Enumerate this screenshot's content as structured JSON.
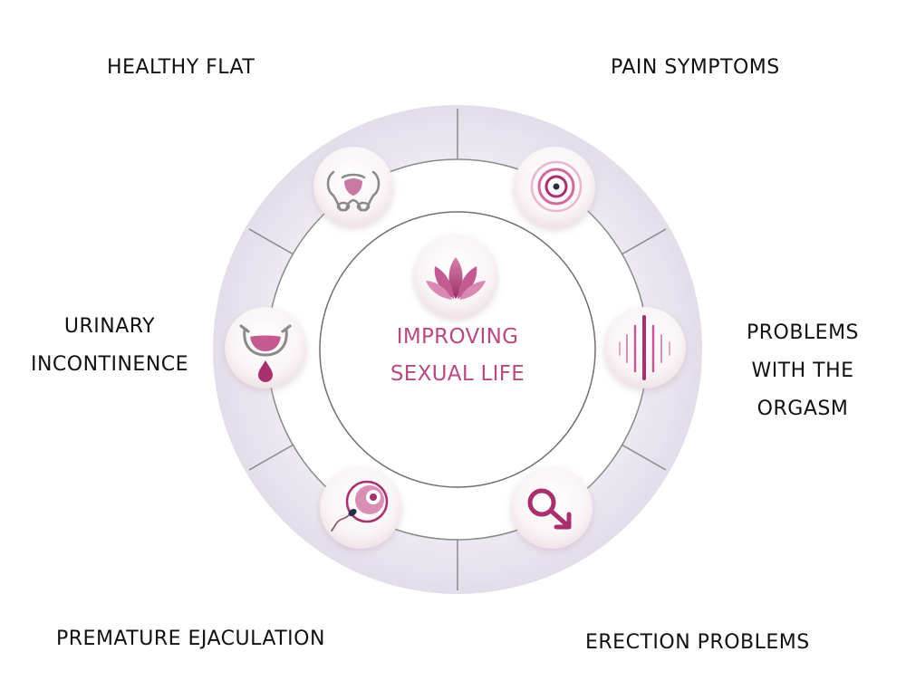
{
  "center": {
    "lines": [
      "IMPROVING",
      "SEXUAL LIFE"
    ],
    "icon": "lotus-icon"
  },
  "items": [
    {
      "lines": [
        "HEALTHY FLAT"
      ],
      "icon": "pelvis-icon"
    },
    {
      "lines": [
        "PAIN SYMPTOMS"
      ],
      "icon": "target-icon"
    },
    {
      "lines": [
        "PROBLEMS",
        "WITH THE",
        "ORGASM"
      ],
      "icon": "wave-bars-icon"
    },
    {
      "lines": [
        "ERECTION PROBLEMS"
      ],
      "icon": "male-symbol-icon"
    },
    {
      "lines": [
        "PREMATURE EJACULATION"
      ],
      "icon": "sperm-egg-icon"
    },
    {
      "lines": [
        "URINARY",
        "INCONTINENCE"
      ],
      "icon": "bladder-drop-icon"
    }
  ],
  "colors": {
    "accent": "#b84a82",
    "accent_dark": "#8e2a5f",
    "ring_fill": "#ebe6f0",
    "line": "#7a7a7a",
    "text": "#111111"
  }
}
